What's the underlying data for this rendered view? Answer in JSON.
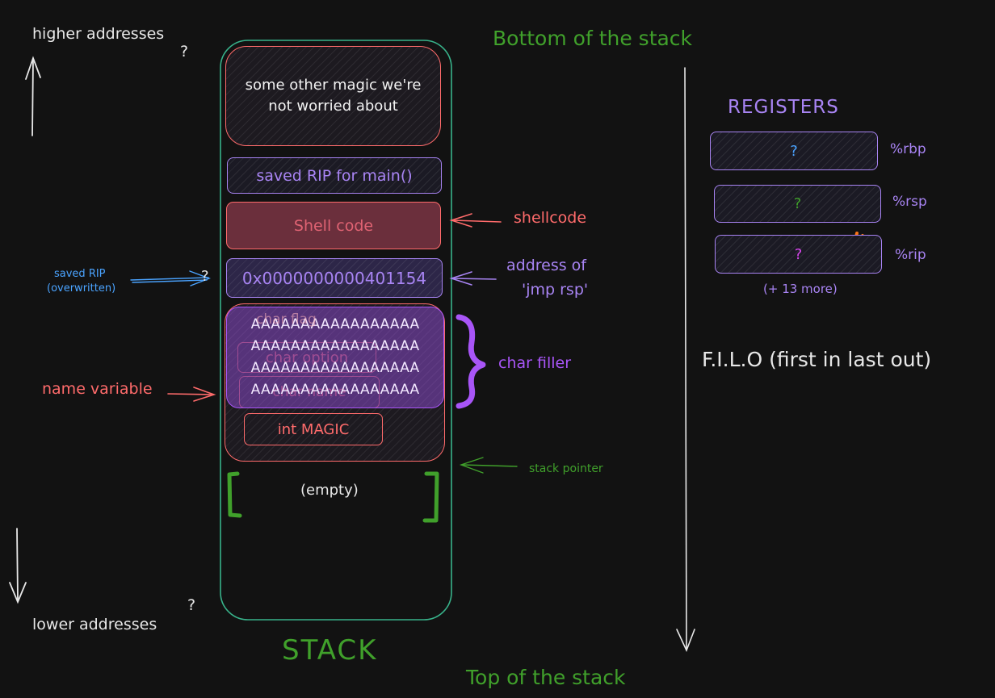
{
  "colors": {
    "background": "#121212",
    "green": "#40a02b",
    "stack_outline": "#38b28a",
    "red": "#ff6b6b",
    "purple": "#a884f3",
    "magenta": "#a855f7",
    "blue": "#4aa3ff",
    "orange": "#f97316",
    "white": "#e8e8e8"
  },
  "icons": {
    "arrow_up": "arrow-up-icon",
    "arrow_down": "arrow-down-icon",
    "long_arrow_down": "long-arrow-down-icon",
    "left_arrow": "left-arrow-icon",
    "right_arrow": "right-arrow-icon",
    "bracket": "bracket-icon",
    "brace": "curly-brace-icon",
    "asterisk": "asterisk-icon"
  },
  "labels": {
    "higher_addresses": "higher addresses",
    "question_top": "?",
    "lower_addresses": "lower addresses",
    "question_bottom": "?",
    "bottom_of_stack": "Bottom of the stack",
    "top_of_stack": "Top of the stack",
    "stack_title": "STACK",
    "filo": "F.I.L.O (first in last out)"
  },
  "stack": {
    "other_magic": "some other magic we're not worried about",
    "saved_rip_main": "saved RIP for main()",
    "shell_code": "Shell code",
    "address": "0x0000000000401154",
    "filler_rows": [
      "AAAAAAAAAAAAAAAAA",
      "AAAAAAAAAAAAAAAAA",
      "AAAAAAAAAAAAAAAAA",
      "AAAAAAAAAAAAAAAAA"
    ],
    "ghost_top": "char flag",
    "ghost_option": "char option",
    "ghost_name": "char name",
    "int_magic": "int MAGIC",
    "empty": "(empty)"
  },
  "annotations": {
    "shellcode": "shellcode",
    "address_of": "address of",
    "jmp_rsp": "'jmp rsp'",
    "saved_rip": "saved RIP",
    "overwritten": "(overwritten)",
    "saved_rip_question": "?",
    "char_filler": "char filler",
    "name_variable": "name variable",
    "stack_pointer": "stack pointer"
  },
  "registers": {
    "title": "REGISTERS",
    "items": [
      {
        "name": "%rbp",
        "value": "?",
        "color": "#4aa3ff"
      },
      {
        "name": "%rsp",
        "value": "?",
        "color": "#40a02b"
      },
      {
        "name": "%rip",
        "value": "?",
        "color": "#d946ef"
      }
    ],
    "more": "(+ 13 more)"
  }
}
